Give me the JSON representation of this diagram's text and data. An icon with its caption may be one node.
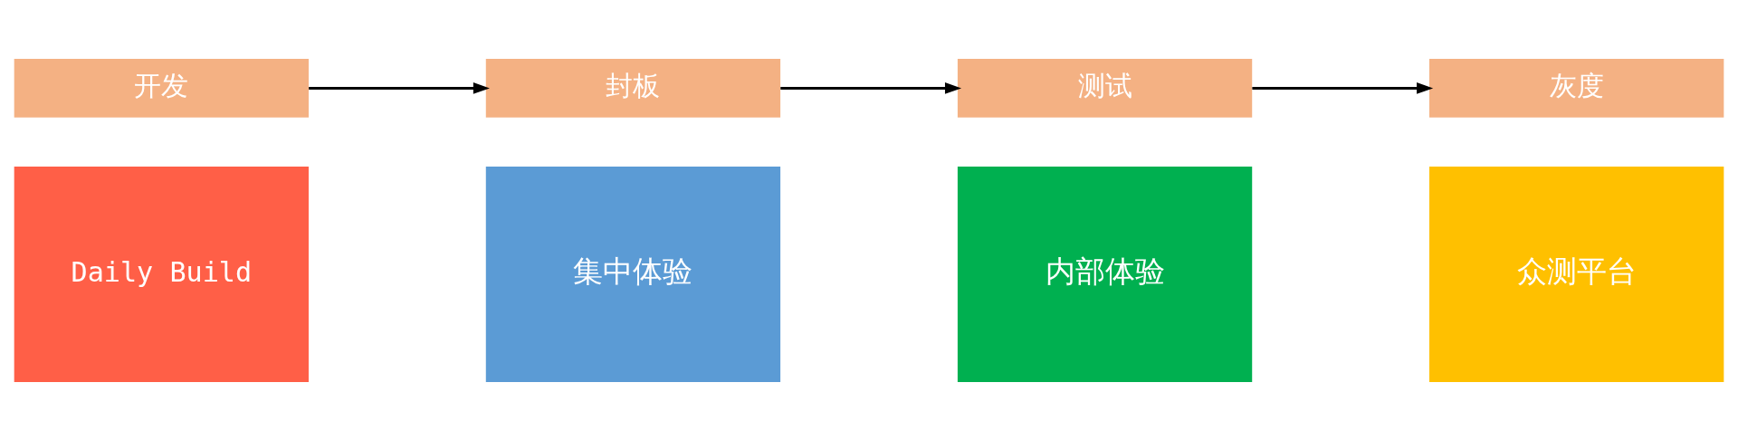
{
  "diagram": {
    "nodes": [
      {
        "text": [
          "开发"
        ]
      },
      {
        "text": [
          "封板"
        ]
      },
      {
        "text": [
          "测试"
        ]
      },
      {
        "text": [
          "灰度"
        ]
      },
      {
        "text": [
          "Daily Build"
        ]
      },
      {
        "text": [
          "集中体验"
        ]
      },
      {
        "text": [
          "内部体验"
        ]
      },
      {
        "text": [
          "众测平台"
        ]
      }
    ],
    "edges": [
      {
        "from": 0,
        "to": 1,
        "arrow": "to"
      },
      {
        "from": 1,
        "to": 2,
        "arrow": "to"
      },
      {
        "from": 2,
        "to": 3,
        "arrow": "to"
      }
    ]
  }
}
